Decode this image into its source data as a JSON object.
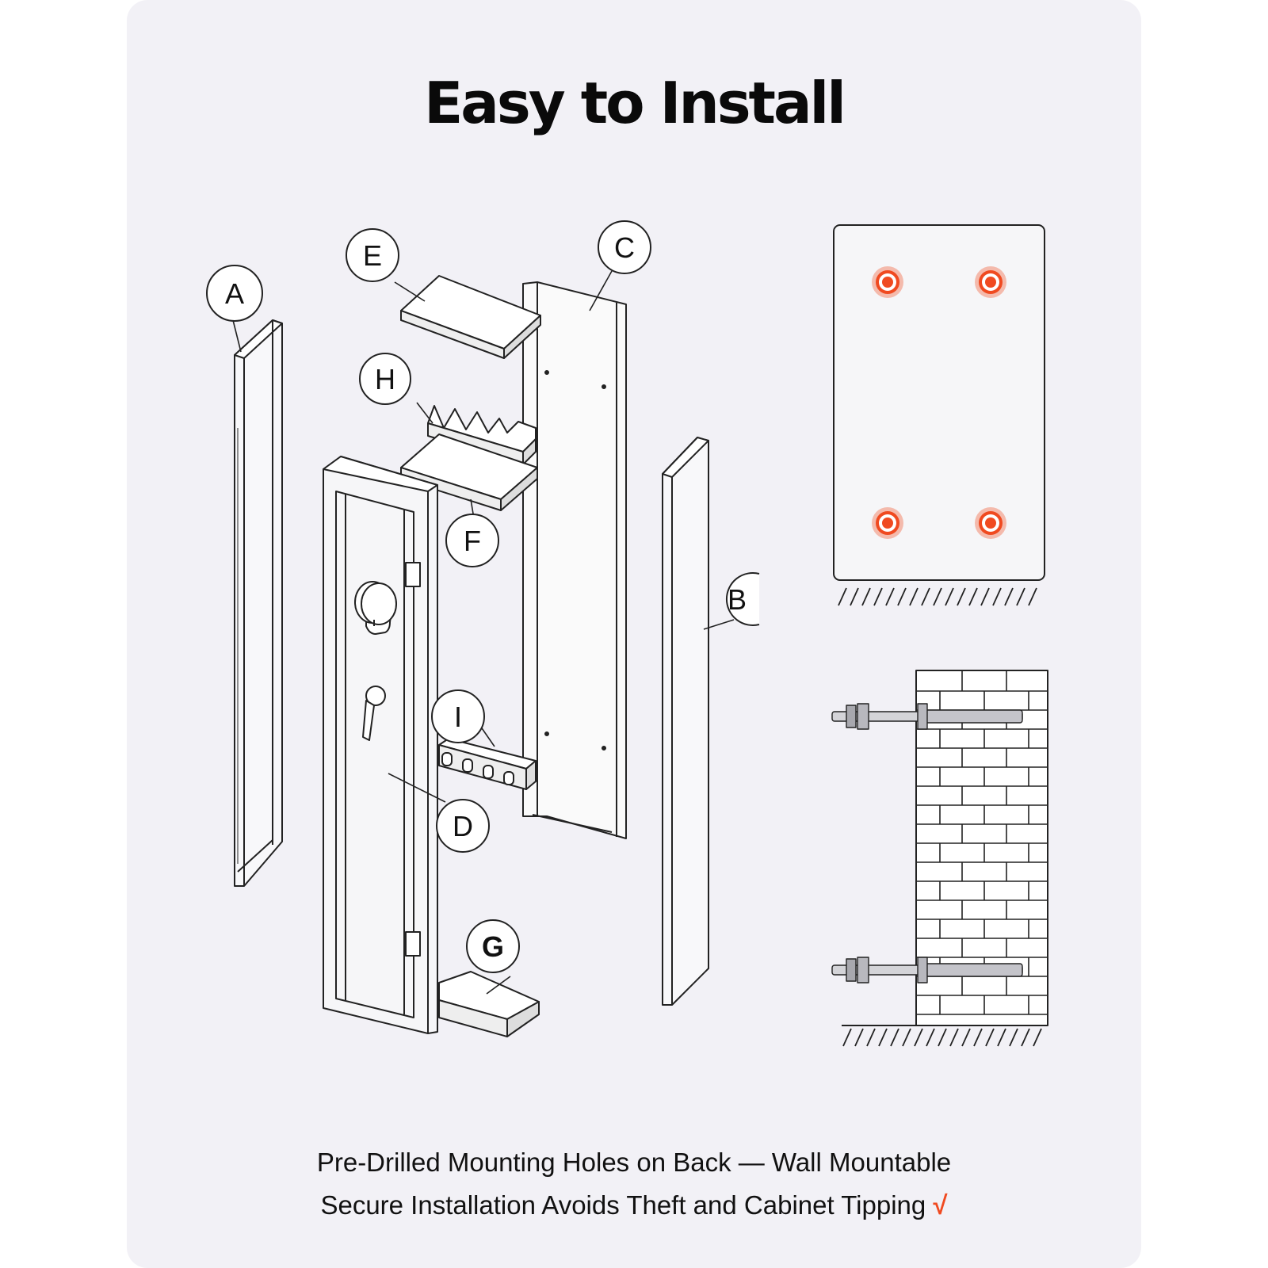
{
  "title": "Easy to Install",
  "captions": {
    "line1": "Pre-Drilled Mounting Holes on Back — Wall Mountable",
    "line2": "Secure Installation Avoids Theft and Cabinet Tipping",
    "check_mark": "√"
  },
  "part_labels": {
    "A": "A",
    "B": "B",
    "C": "C",
    "D": "D",
    "E": "E",
    "F": "F",
    "G": "G",
    "H": "H",
    "I": "I"
  },
  "colors": {
    "accent": "#f04a20",
    "line": "#222222",
    "card_background": "#f2f1f6"
  }
}
